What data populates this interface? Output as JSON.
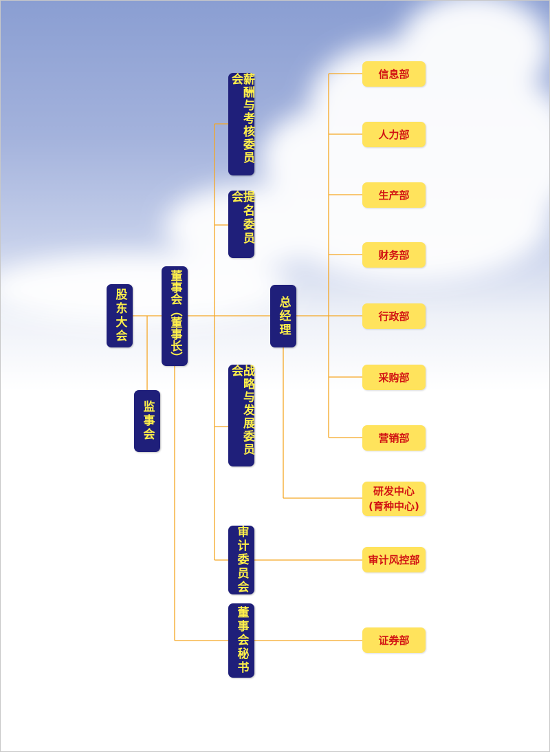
{
  "colors": {
    "node_fill": "#1f1f7a",
    "node_text": "#fff04a",
    "dept_fill": "#ffe35c",
    "dept_text": "#d11313",
    "connector": "#f5a623"
  },
  "nodes": {
    "shareholders": "股东大会",
    "supervisory": "监事会",
    "board": "董事会（董事长）",
    "compensation": "薪酬与考核委员会",
    "nomination": "提名委员会",
    "strategy": "战略与发展委员会",
    "audit_committee": "审计委员会",
    "secretary": "董事会秘书",
    "gm": "总经理"
  },
  "departments": {
    "info": "信息部",
    "hr": "人力部",
    "production": "生产部",
    "finance": "财务部",
    "admin": "行政部",
    "purchase": "采购部",
    "marketing": "营销部",
    "rnd_line1": "研发中心",
    "rnd_line2": "(育种中心)",
    "audit_risk": "审计风控部",
    "securities": "证券部"
  }
}
